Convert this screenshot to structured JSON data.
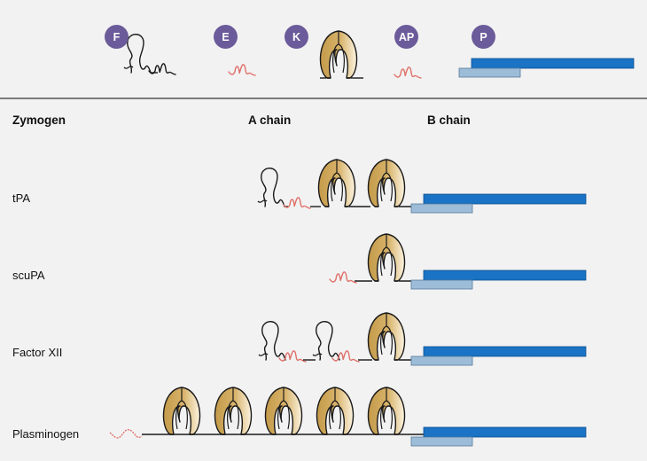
{
  "legend": {
    "domains": [
      {
        "id": "F",
        "label": "F"
      },
      {
        "id": "E",
        "label": "E"
      },
      {
        "id": "K",
        "label": "K"
      },
      {
        "id": "AP",
        "label": "AP"
      },
      {
        "id": "P",
        "label": "P"
      }
    ]
  },
  "headers": {
    "zymogen": "Zymogen",
    "a_chain": "A chain",
    "b_chain": "B chain"
  },
  "zymogens": [
    {
      "name": "tPA",
      "domains": [
        "F",
        "E",
        "K",
        "K",
        "P"
      ]
    },
    {
      "name": "scuPA",
      "domains": [
        "E",
        "K",
        "P"
      ]
    },
    {
      "name": "Factor XII",
      "domains": [
        "F",
        "E",
        "F",
        "E",
        "K",
        "P"
      ]
    },
    {
      "name": "Plasminogen",
      "domains": [
        "AP",
        "K",
        "K",
        "K",
        "K",
        "K",
        "P"
      ]
    }
  ],
  "colors": {
    "kringle": "#c8a050",
    "kringle_light": "#f3e6c6",
    "egf": "#e0706a",
    "protease_dark": "#1a73c4",
    "protease_light": "#9dbcd8",
    "badge": "#6b5b9a",
    "line": "#1a1a1a"
  }
}
